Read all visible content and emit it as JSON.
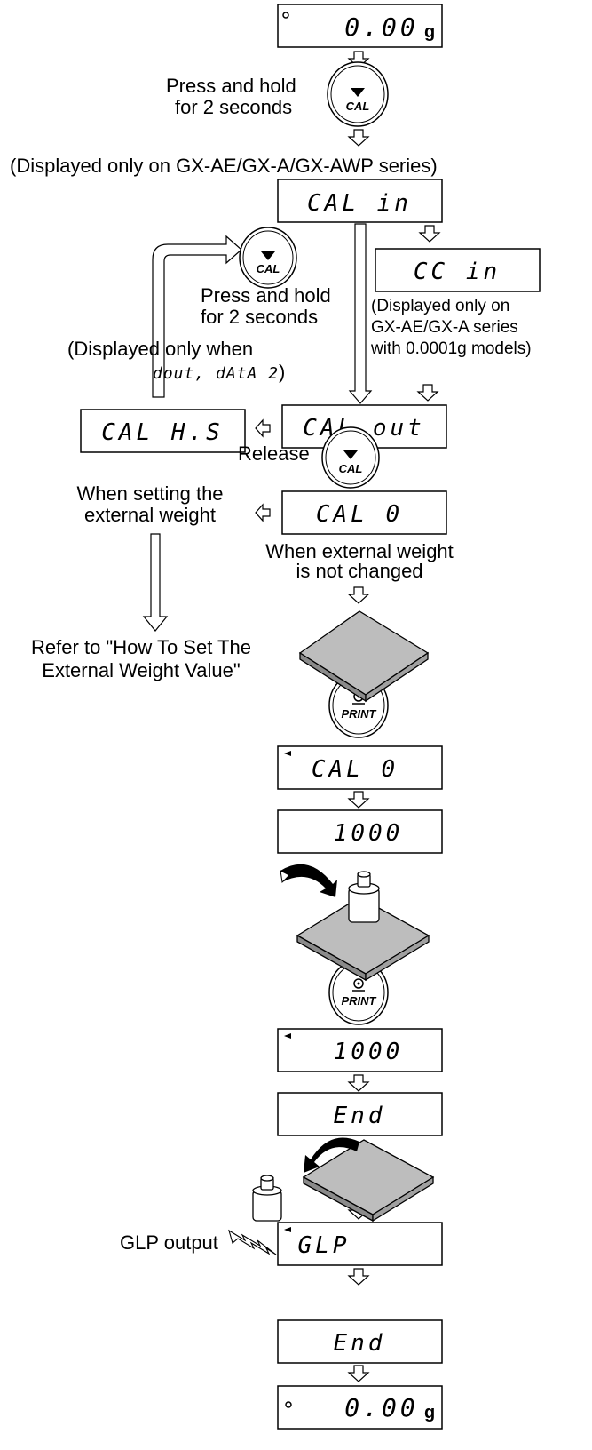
{
  "displays": {
    "zero_top": "0.00",
    "unit_g": "g",
    "cal_in": "CAL in",
    "cc_in": "CC  in",
    "cal_out": "CAL out",
    "cal_his": "CAL H.S",
    "cal_0": "CAL 0",
    "cal_0_stable": "CAL 0",
    "weight_value": "1000",
    "weight_value_stable": "1000",
    "end_1": "End",
    "glp": "GLP",
    "end_2": "End",
    "zero_bottom": "0.00"
  },
  "keys": {
    "cal": "CAL",
    "print": "PRINT"
  },
  "labels": {
    "press_hold_line1": "Press and hold",
    "press_hold_line2": "for 2 seconds",
    "ae_a_awp_note": "(Displayed only on GX-AE/GX-A/GX-AWP series)",
    "press_hold2_line1": "Press and hold",
    "press_hold2_line2": "for 2 seconds",
    "cc_note_line1": "(Displayed only on",
    "cc_note_line2": "GX-AE/GX-A series",
    "cc_note_line3": "with 0.0001g models)",
    "his_note_line1": "(Displayed only when",
    "his_note_seg": "dout, dAtA 2",
    "his_note_close": ")",
    "release": "Release",
    "ext_line1": "When setting the",
    "ext_line2": "external weight",
    "not_changed_line1": "When external weight",
    "not_changed_line2": "is not changed",
    "refer_line1": "Refer to \"How To Set The",
    "refer_line2": "External Weight Value\"",
    "glp_output": "GLP output"
  }
}
